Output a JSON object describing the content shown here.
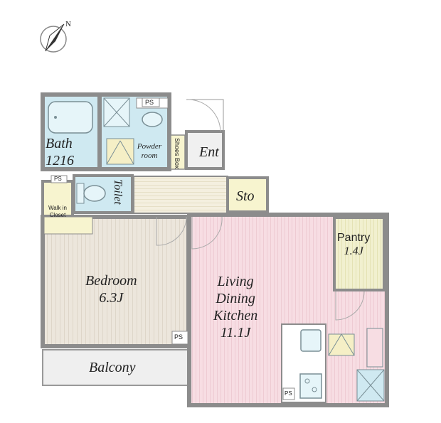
{
  "compass": {
    "label": "N",
    "icon": "north-arrow-icon"
  },
  "rooms": {
    "bath": {
      "name": "Bath",
      "size": "1216"
    },
    "powder_room": {
      "name": "Powder\nroom"
    },
    "shoes_box": {
      "name": "Shoes Box"
    },
    "entrance": {
      "name": "Ent"
    },
    "toilet": {
      "name": "Toilet"
    },
    "storage": {
      "name": "Sto"
    },
    "walk_in_closet": {
      "name": "Walk in\nCloset"
    },
    "bedroom": {
      "name": "Bedroom",
      "size": "6.3J"
    },
    "living": {
      "line1": "Living",
      "line2": "Dining",
      "line3": "Kitchen",
      "size": "11.1J"
    },
    "pantry": {
      "name": "Pantry",
      "size": "1.4J"
    },
    "balcony": {
      "name": "Balcony"
    }
  },
  "ps_labels": [
    "PS",
    "PS",
    "PS",
    "PS"
  ],
  "colors": {
    "wall": "#8c8c8c",
    "wet_area": "#cfe9f1",
    "floor_wood": "#f3efe4",
    "closet": "#f7f4cf",
    "bedroom": "#ece6dc",
    "living": "#f7dde3",
    "pantry": "#f1f0cf",
    "balcony": "#efefef"
  }
}
